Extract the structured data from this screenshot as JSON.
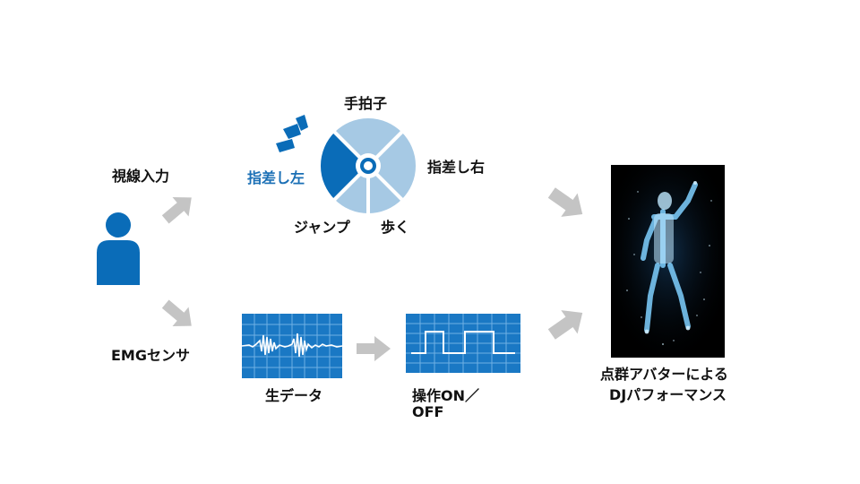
{
  "labels": {
    "gaze_input": "視線入力",
    "emg_sensor": "EMGセンサ",
    "raw_data": "生データ",
    "operation_line1": "操作ON／",
    "operation_line2": "OFF",
    "avatar_line1": "点群アバターによる",
    "avatar_line2": "DJパフォーマンス"
  },
  "pie_menu": {
    "top": "手拍子",
    "right": "指差し右",
    "left": "指差し左",
    "bottom_left": "ジャンプ",
    "bottom_right": "歩く",
    "selected": "left"
  },
  "colors": {
    "primary_blue": "#0a6cb8",
    "light_blue": "#a6c9e4",
    "arrow_gray": "#c4c4c4",
    "waveform_bg": "#1a78c4"
  },
  "icons": {
    "user": "person-icon",
    "selection_indicator": "signal-arcs-icon"
  }
}
